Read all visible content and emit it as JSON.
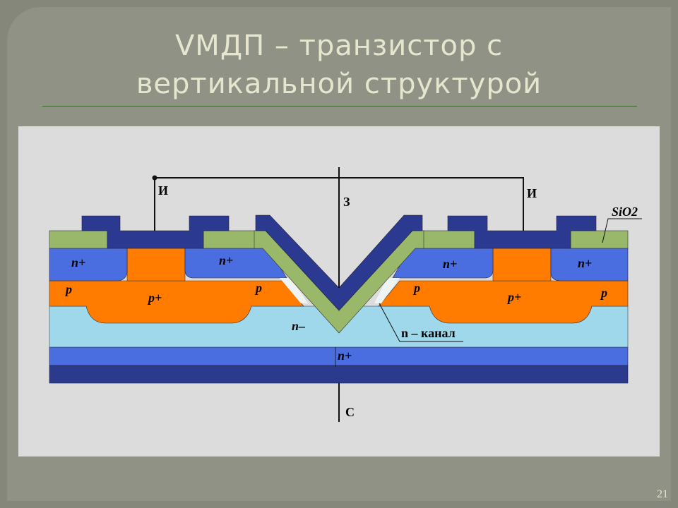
{
  "slide": {
    "title_line1": "VМДП – транзистор с",
    "title_line2": "вертикальной структурой",
    "page_number": "21"
  },
  "diagram": {
    "terminals": {
      "source_left": "И",
      "source_right": "И",
      "gate": "З",
      "drain": "С"
    },
    "regions": {
      "n_plus_left_1": "n+",
      "n_plus_left_2": "n+",
      "n_plus_right_1": "n+",
      "n_plus_right_2": "n+",
      "p_left_1": "p",
      "p_plus_left": "p+",
      "p_left_2": "p",
      "p_right_1": "p",
      "p_plus_right": "p+",
      "p_right_2": "p",
      "n_minus": "n–",
      "n_plus_substrate": "n+"
    },
    "callouts": {
      "oxide": "SiO2",
      "channel": "n – канал"
    },
    "colors": {
      "n_plus": "#4a6ee0",
      "p": "#ff7c00",
      "n_minus": "#9fd8ea",
      "oxide": "#9ab86a",
      "metal": "#2b3990",
      "substrate_bottom": "#2b3a8c"
    }
  }
}
